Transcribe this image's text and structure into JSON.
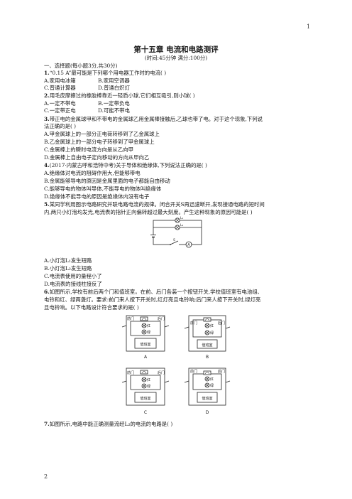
{
  "page": {
    "top_number": "1",
    "bottom_number": "2",
    "title": "第十五章  电流和电路测评",
    "subtitle": "(时间:45分钟   满分:100分)",
    "section": "一、选择题(每小题3分,共30分)"
  },
  "questions": [
    {
      "num": "1.",
      "stem": "“0.15 A”最可能是下列哪个用电器工作时的电流(      )",
      "opts": [
        "A.家用电冰箱",
        "B.家用空调器",
        "C.普通计算器",
        "D.普通白炽灯"
      ]
    },
    {
      "num": "2.",
      "stem": "用毛皮摩擦过的橡胶棒靠近一轻质小球,它们相互吸引,则小球(      )",
      "opts": [
        "A.一定不带电",
        "B.一定带负电",
        "C.一定带正电",
        "D.可能不带电"
      ]
    },
    {
      "num": "3.",
      "stem_1": "带正电的金属球甲和不带电的金属球乙用金属棒接触后,乙球也带了电。对于这个现象,下列说",
      "stem_2": "法正确的是(      )",
      "opts": [
        "A.甲金属球上的一部分正电荷转移到了乙金属球上",
        "B.乙金属球上的一部分电子转移到了甲金属球上",
        "C.金属棒上的瞬时电流方向是从乙向甲",
        "D.金属棒上自由电子定向移动的方向从甲向乙"
      ]
    },
    {
      "num": "4.",
      "stem": "(2017·内蒙古呼和浩特中考)关于导体和绝缘体,下列说法正确的是(      )",
      "opts": [
        "A.绝缘体对电流的阻碍作用大,但能够带电",
        "B.金属能够导电的原因是金属里面的电子都能自由移动",
        "C.能够导电的物体叫导体,不能导电的物体叫绝缘体",
        "D.绝缘体不能导电的原因是绝缘体内没有电子"
      ]
    },
    {
      "num": "5.",
      "stem_1": "某同学利用图示电路研究并联电路电流的规律。闭合开关S再迅速断开,发现接通电路的短时间",
      "stem_2": "内,两只小灯泡均发光,电流表的指针正向偏转超过最大刻度。产生这种现象的原因可能是(      )",
      "opts": [
        "A.小灯泡L₁发生短路",
        "B.小灯泡L₂发生短路",
        "C.电流表使用的量程小了",
        "D.电流表的接线柱接反了"
      ]
    },
    {
      "num": "6.",
      "stem_1": "如图所示,学校有前后两个门和值班室。在前、后门各装一个按钮开关,学校值班室有电池组、",
      "stem_2": "电铃和红、绿两盏灯。要求:前门来人按下开关时,红灯亮且电铃响;后门来人按下开关时,绿灯亮",
      "stem_3": "且电铃响。以下电路设计符合要求的是(      )"
    },
    {
      "num": "7.",
      "stem": "如图所示,电路中能正确测量流经L₂的电流的电路是(      )"
    }
  ],
  "figures": {
    "q5": {
      "labels": [
        "L₁",
        "L₂",
        "S",
        "A"
      ]
    },
    "q6": {
      "front_door": "前门",
      "back_door": "后门",
      "red": "红",
      "green": "绿",
      "duty_room": "值班室",
      "A": "A",
      "B": "B",
      "C": "C",
      "D": "D"
    }
  }
}
